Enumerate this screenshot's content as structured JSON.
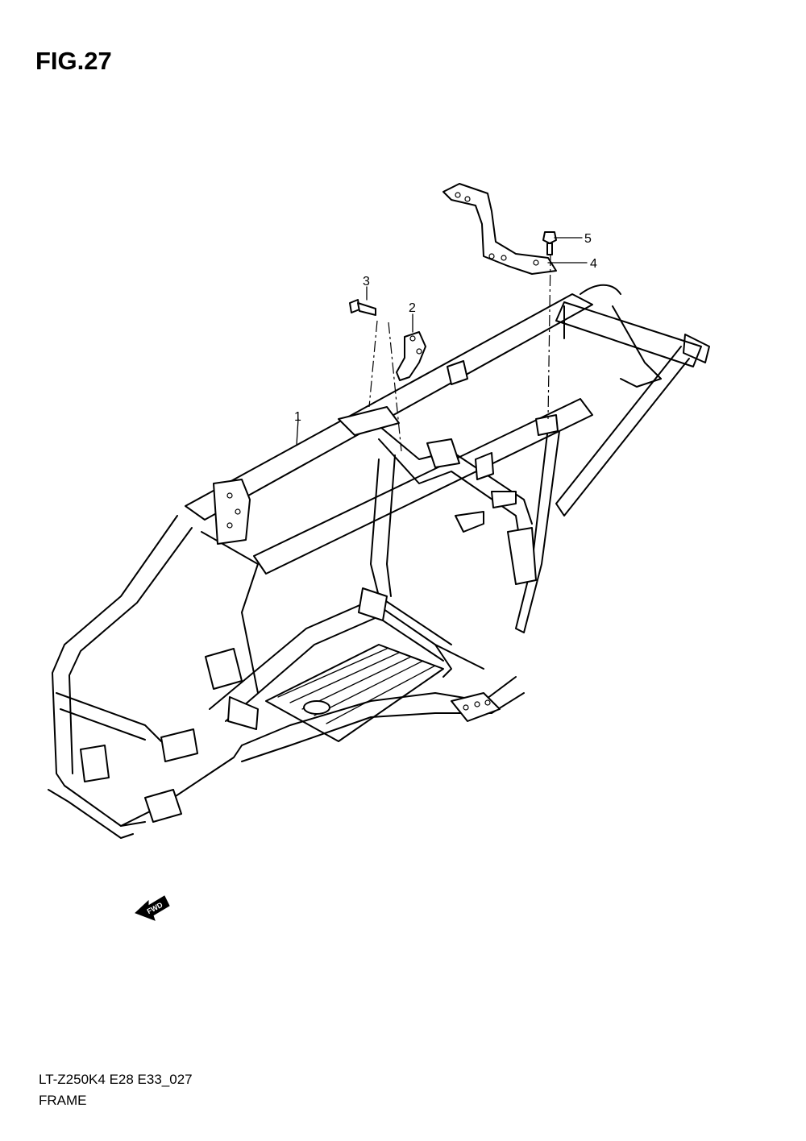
{
  "figure": {
    "title": "FIG.27",
    "model_code": "LT-Z250K4 E28 E33_027",
    "name": "FRAME"
  },
  "callouts": [
    {
      "number": "1"
    },
    {
      "number": "2"
    },
    {
      "number": "3"
    },
    {
      "number": "4"
    },
    {
      "number": "5"
    }
  ],
  "direction_badge": {
    "label": "FWD"
  }
}
